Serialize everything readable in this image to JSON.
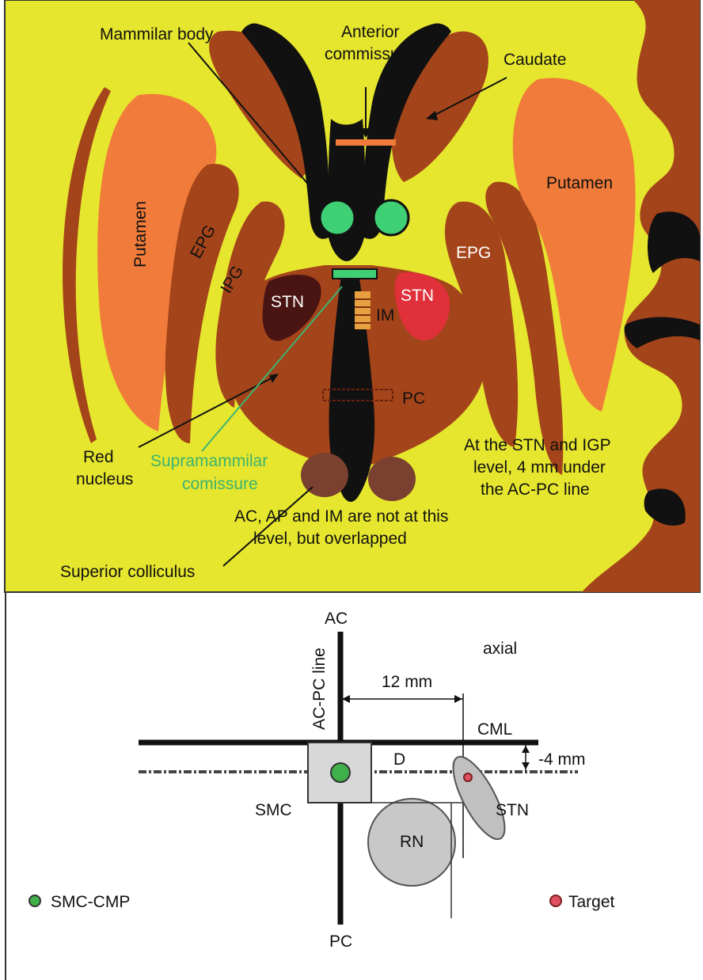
{
  "colors": {
    "background_top": "#e6e62e",
    "brown": "#a4441a",
    "brown_dark": "#8a3a16",
    "orange": "#f07b3a",
    "black": "#111111",
    "green_nucleus": "#3fcf74",
    "supramammilar_green": "#3cb371",
    "stn_left": "#4a1412",
    "stn_right": "#e0303a",
    "colliculus": "#7a4030",
    "gray_box": "#d8d8d8",
    "gray_shape": "#bfbfbf"
  },
  "top_panel": {
    "labels": {
      "mammilar_body": "Mammilar body",
      "anterior_commissure_1": "Anterior",
      "anterior_commissure_2": "commissure",
      "caudate": "Caudate",
      "putamen_left": "Putamen",
      "putamen_right": "Putamen",
      "epg_left": "EPG",
      "epg_right": "EPG",
      "ipg": "IPG",
      "stn_left": "STN",
      "stn_right": "STN",
      "im": "IM",
      "pc": "PC",
      "red_nucleus_1": "Red",
      "red_nucleus_2": "nucleus",
      "supramammilar_1": "Supramammilar",
      "supramammilar_2": "comissure",
      "level_note_1": "At the STN and IGP",
      "level_note_2": "level, 4 mm under",
      "level_note_3": "the AC-PC line",
      "overlap_note_1": "AC, AP and IM are not at this",
      "overlap_note_2": "level, but overlapped",
      "superior_colliculus": "Superior colliculus"
    }
  },
  "bottom_panel": {
    "labels": {
      "ac": "AC",
      "acpc_line": "AC-PC line",
      "axial": "axial",
      "distance_12mm": "12 mm",
      "cml": "CML",
      "d": "D",
      "minus_4mm": "-4 mm",
      "smc": "SMC",
      "stn": "STN",
      "rn": "RN",
      "pc": "PC"
    },
    "legend": [
      {
        "label": "SMC-CMP",
        "icon": "green-dot-icon"
      },
      {
        "label": "Target",
        "icon": "red-ring-dot-icon"
      }
    ]
  }
}
